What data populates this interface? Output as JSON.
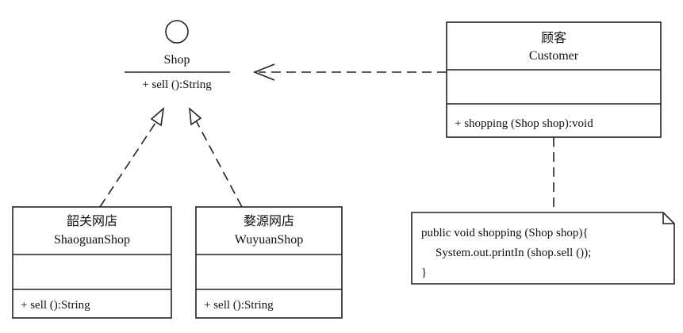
{
  "interface": {
    "name": "Shop",
    "operation": "+ sell ():String"
  },
  "customer": {
    "cn_name": "顾客",
    "en_name": "Customer",
    "operation": "+ shopping (Shop shop):void"
  },
  "shaoguan": {
    "cn_name": "韶关网店",
    "en_name": "ShaoguanShop",
    "operation": "+ sell ():String"
  },
  "wuyuan": {
    "cn_name": "婺源网店",
    "en_name": "WuyuanShop",
    "operation": "+ sell ():String"
  },
  "note": {
    "line1": "public void shopping (Shop shop){",
    "line2": "System.out.printIn (shop.sell ());",
    "line3": "}"
  }
}
